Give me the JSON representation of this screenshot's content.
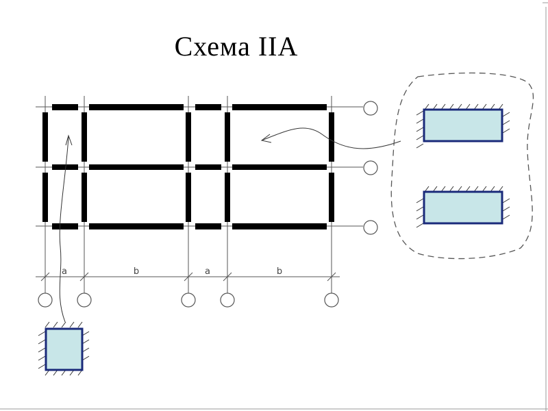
{
  "title": "Схема IIA",
  "dimensions": {
    "a1": "a",
    "b1": "b",
    "a2": "a",
    "b2": "b"
  },
  "colors": {
    "wall": "#000000",
    "grid": "#555555",
    "element_fill": "#c8e6e8",
    "element_stroke": "#1a2a7a",
    "dash": "#555555"
  }
}
